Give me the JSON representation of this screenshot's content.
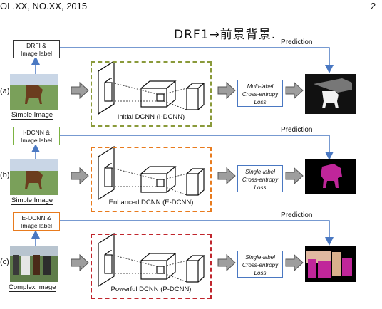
{
  "header": {
    "left": "OL.XX, NO.XX, 2015",
    "right": "2"
  },
  "handwritten_note": "DRF1→前景背景.",
  "rows": [
    {
      "tag": "(a)",
      "caption": "Simple Image",
      "input_label_line1": "DRFI &",
      "input_label_line2": "Image label",
      "network": "Initial DCNN (I-DCNN)",
      "loss_line1": "Multi-label",
      "loss_line2": "Cross-entropy",
      "loss_line3": "Loss",
      "prediction": "Prediction"
    },
    {
      "tag": "(b)",
      "caption": "Simple Image",
      "input_label_line1": "I-DCNN &",
      "input_label_line2": "Image label",
      "network": "Enhanced DCNN (E-DCNN)",
      "loss_line1": "Single-label",
      "loss_line2": "Cross-entropy",
      "loss_line3": "Loss",
      "prediction": "Prediction"
    },
    {
      "tag": "(c)",
      "caption": "Complex Image",
      "input_label_line1": "E-DCNN &",
      "input_label_line2": "Image label",
      "network": "Powerful DCNN (P-DCNN)",
      "loss_line1": "Single-label",
      "loss_line2": "Cross-entropy",
      "loss_line3": "Loss",
      "prediction": "Prediction"
    }
  ],
  "colors": {
    "row_a_dash": "#8a9a3a",
    "row_b_dash": "#e87b1e",
    "row_c_dash": "#c0262d",
    "arrow_blue": "#4a78c2",
    "mask_magenta": "#c0269a"
  }
}
